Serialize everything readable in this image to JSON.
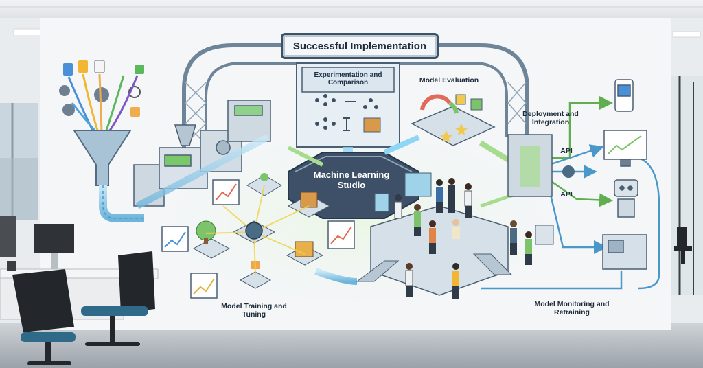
{
  "diagram": {
    "title": "Successful Implementation",
    "experimentation": "Experimentation and Comparison",
    "evaluation": "Model Evaluation",
    "deployment": "Deployment and Integration",
    "api_1": "API",
    "api_2": "API",
    "studio": "Machine Learning Studio",
    "training": "Model Training and Tuning",
    "monitoring": "Model Monitoring and Retraining"
  },
  "colors": {
    "wall": "#f4f6f8",
    "pipe": "#8ecae6",
    "arrow_blue": "#5aa7d6",
    "arrow_green": "#7cc36b",
    "studio": "#3d5068",
    "metal": "#7e93a8",
    "glow": "#f7e27a"
  }
}
